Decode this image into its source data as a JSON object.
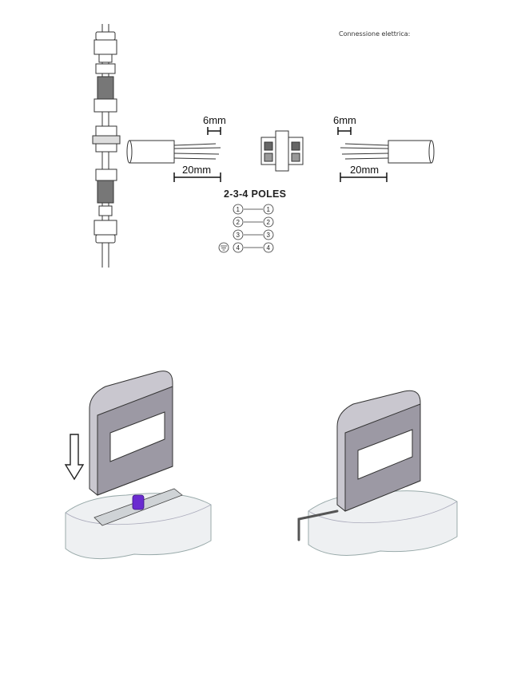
{
  "header": {
    "title": "Connessione elettrica:"
  },
  "wiring": {
    "strip_short": "6mm",
    "strip_long": "20mm",
    "poles_label": "2-3-4 POLES",
    "pins": [
      "1",
      "2",
      "3",
      "4"
    ]
  },
  "colors": {
    "line": "#333333",
    "fixture_body": "#9c99a4",
    "fixture_top": "#c9c7cf",
    "mount_block": "#e9ecef",
    "connector_purple": "#6a2bd0"
  },
  "icons": [
    "arrow-down-icon",
    "ground-icon",
    "hex-key-icon"
  ]
}
